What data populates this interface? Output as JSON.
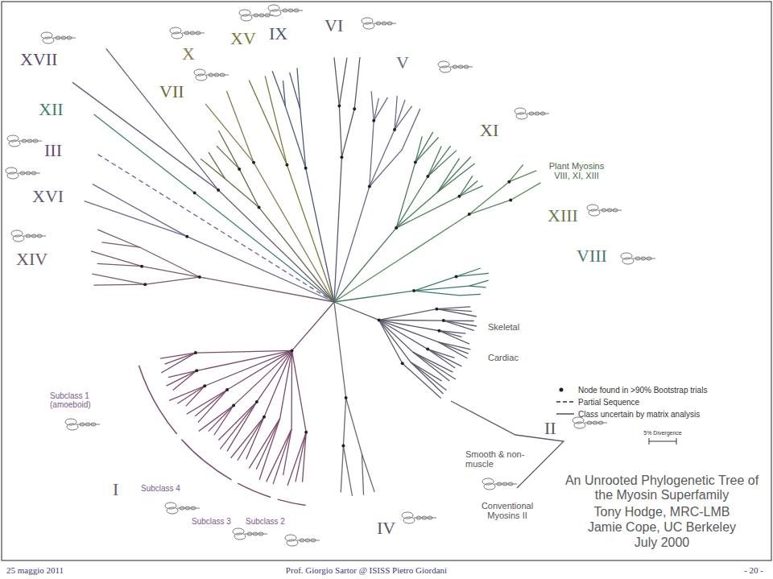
{
  "diagram": {
    "title": "An Unrooted Phylogenetic Tree of the Myosin Superfamily",
    "labels": [
      "XVII",
      "XII",
      "III",
      "XVI",
      "XIV",
      "X",
      "VII",
      "XV",
      "IX",
      "VI",
      "V",
      "XI",
      "XIII",
      "VIII",
      "II",
      "IV",
      "I",
      "Plant Myosins VIII, XI, XIII",
      "Skeletal",
      "Cardiac",
      "Smooth & non-muscle",
      "Conventional Myosins II",
      "Subclass 1 (amoeboid)",
      "Subclass 4",
      "Subclass 3",
      "Subclass 2",
      "5% Divergence",
      "Tony Hodge, MRC-LMB",
      "Jamie Cope, UC Berkeley",
      "July 2000",
      "25 maggio 2011",
      "Prof. Giorgio Sartor @ ISISS Pietro Giordani",
      "- 20 -"
    ],
    "legend": [
      {
        "text": "Node found in >90% Bootstrap trials"
      },
      {
        "text": "Partial Sequence"
      },
      {
        "text": "Class uncertain by matrix analysis"
      }
    ]
  }
}
